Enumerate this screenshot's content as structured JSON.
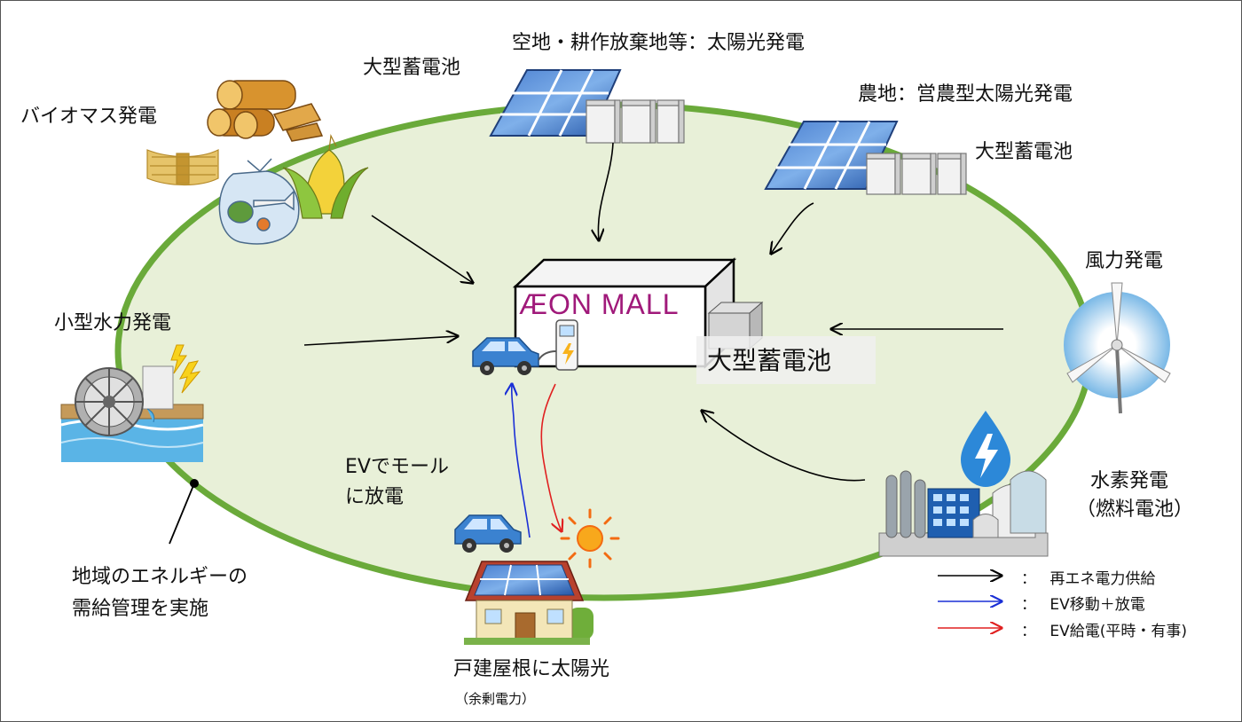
{
  "labels": {
    "biomass": "バイオマス発電",
    "battery_top_left": "大型蓄電池",
    "vacant_solar": "空地・耕作放棄地等：太陽光発電",
    "farm_solar": "農地：営農型太陽光発電",
    "battery_right": "大型蓄電池",
    "wind": "風力発電",
    "small_hydro": "小型水力発電",
    "mall_battery": "大型蓄電池",
    "ev_discharge_line1": "EVでモール",
    "ev_discharge_line2": "に放電",
    "hydrogen_line1": "水素発電",
    "hydrogen_line2": "（燃料電池）",
    "energy_mgmt_line1": "地域のエネルギーの",
    "energy_mgmt_line2": "需給管理を実施",
    "rooftop_solar": "戸建屋根に太陽光",
    "rooftop_solar_sub": "（余剰電力）"
  },
  "mall_logo": {
    "part1": "Æ",
    "part2": "ON MALL"
  },
  "legend": [
    {
      "sep": "：",
      "text": "再エネ電力供給",
      "color": "#000000"
    },
    {
      "sep": "：",
      "text": "EV移動＋放電",
      "color": "#1a2fd6"
    },
    {
      "sep": "：",
      "text": "EV給電(平時・有事)",
      "color": "#e02020"
    }
  ],
  "colors": {
    "ring": "#6aaa3a",
    "ring_fill": "#e8f0d8",
    "mall_logo": "#a0197a",
    "renewable": "#000000",
    "ev_move": "#1a2fd6",
    "ev_supply": "#e02020"
  },
  "icons": [
    "biomass-icon",
    "solar-panel-icon",
    "battery-icon",
    "wind-turbine-icon",
    "water-wheel-icon",
    "lightning-icon",
    "hydrogen-plant-icon",
    "droplet-lightning-icon",
    "ev-car-icon",
    "ev-charger-icon",
    "house-solar-icon",
    "sun-icon",
    "shopping-mall-icon"
  ]
}
